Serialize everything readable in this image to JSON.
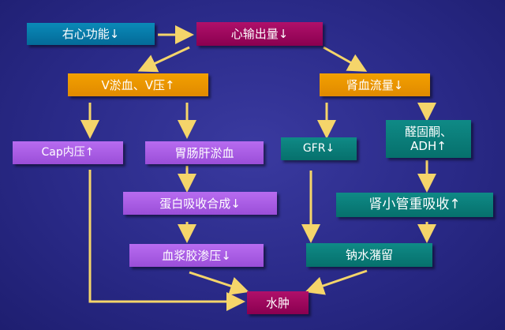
{
  "colors": {
    "background": "#2a2a88",
    "arrow": "#f5d56a",
    "blue_box": "#0579a8",
    "magenta_box": "#9e0a5e",
    "orange_box": "#f09a00",
    "purple_box": "#a95ee6",
    "teal_box": "#0a7e7a"
  },
  "nodes": {
    "right_heart": "右心功能↓",
    "cardiac_output": "心输出量↓",
    "venous": "V淤血、V压↑",
    "renal_flow": "肾血流量↓",
    "cap": "Cap内压↑",
    "gi_liver": "胃肠肝淤血",
    "gfr": "GFR↓",
    "aldosterone_line1": "醛固酮、",
    "aldosterone_line2": "ADH↑",
    "protein": "蛋白吸收合成↓",
    "tubular": "肾小管重吸收↑",
    "plasma": "血浆胶渗压↓",
    "sodium": "钠水潴留",
    "edema": "水肿"
  }
}
